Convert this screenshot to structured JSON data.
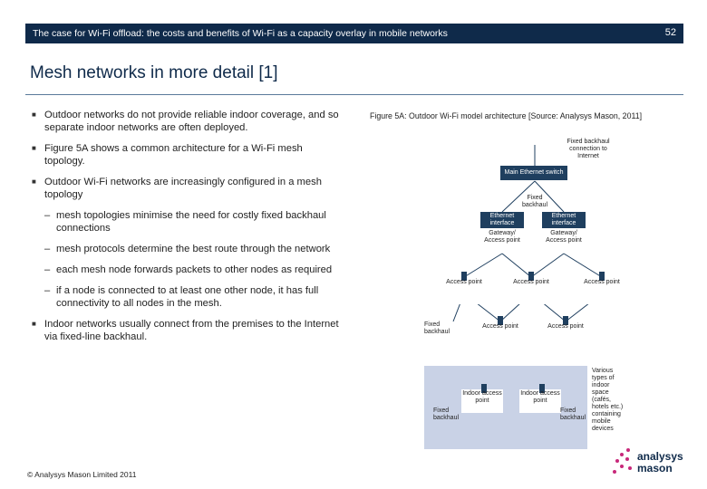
{
  "header": {
    "title": "The case for Wi-Fi offload: the costs and benefits of Wi-Fi as a capacity overlay in mobile networks",
    "page": "52"
  },
  "slide_title": "Mesh networks in more detail [1]",
  "bullets": [
    {
      "level": 1,
      "text": "Outdoor networks do not provide reliable indoor coverage, and so separate indoor networks are often deployed."
    },
    {
      "level": 1,
      "text": "Figure 5A shows a common architecture for a Wi-Fi mesh topology."
    },
    {
      "level": 1,
      "text": "Outdoor Wi-Fi networks are increasingly configured in a mesh topology"
    },
    {
      "level": 2,
      "text": "mesh topologies minimise the need for costly fixed backhaul connections"
    },
    {
      "level": 2,
      "text": "mesh protocols determine the best route through the network"
    },
    {
      "level": 2,
      "text": "each mesh node forwards packets to other nodes as required"
    },
    {
      "level": 2,
      "text": "if a node is connected to at least one other node, it has full connectivity to all nodes in the mesh."
    },
    {
      "level": 1,
      "text": "Indoor networks usually connect from the premises to the Internet via fixed-line backhaul."
    }
  ],
  "figure": {
    "caption": "Figure 5A: Outdoor Wi-Fi model architecture [Source: Analysys Mason, 2011]",
    "labels": {
      "fixed_backhaul_internet": "Fixed backhaul connection to Internet",
      "main_switch": "Main Ethernet switch",
      "fixed_backhaul": "Fixed backhaul",
      "ethernet_interface": "Ethernet interface",
      "gateway_ap": "Gateway/ Access point",
      "access_point": "Access point",
      "indoor_ap": "Indoor access point",
      "indoor_spaces": "Various types of indoor space (cafés, hotels etc.) containing mobile devices"
    }
  },
  "footer": {
    "copyright": "© Analysys Mason Limited 2011"
  },
  "logo": {
    "line1": "analysys",
    "line2": "mason"
  },
  "colors": {
    "navy": "#0f2a4a",
    "node": "#1f3f5f",
    "indoor_bg": "#c9d2e6",
    "accent_dots": "#c8287a"
  }
}
